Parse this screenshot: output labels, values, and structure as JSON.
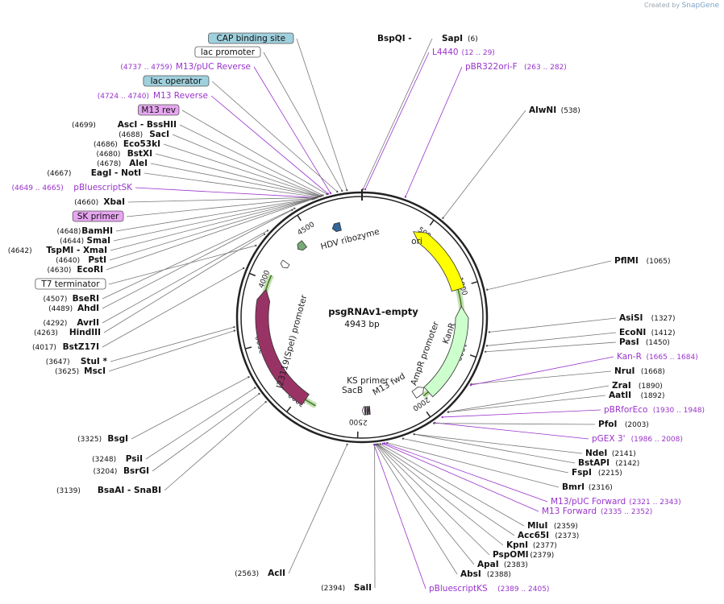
{
  "app": {
    "watermark_prefix": "Created by",
    "watermark_brand": "SnapGene"
  },
  "plasmid": {
    "name": "psgRNAv1-empty",
    "length_label": "4943 bp"
  },
  "ruler": [
    "500",
    "1000",
    "1500",
    "2000",
    "2500",
    "3000",
    "3500",
    "4000",
    "4500"
  ],
  "map_features": [
    {
      "name": "ori",
      "label": "ori",
      "start": 425,
      "end": 1013,
      "color": "#ffff00",
      "dir": "rev"
    },
    {
      "name": "kanr",
      "label": "KanR",
      "start": 1150,
      "end": 1900,
      "color": "#ccffcc",
      "dir": "rev"
    },
    {
      "name": "ampr-promoter",
      "label": "AmpR promoter",
      "start": 1905,
      "end": 2005,
      "color": "#ffffff",
      "dir": "rev"
    },
    {
      "name": "j23119-promoter",
      "label": "J23119(SpeI) promoter",
      "start": 2430,
      "end": 2470,
      "color": "#ffffff",
      "dir": "fwd"
    },
    {
      "name": "sacb",
      "label": "SacB",
      "start": 2405,
      "end": 2415,
      "color": "#662266",
      "dir": "fwd"
    },
    {
      "name": "m13-fwd",
      "label": "M13 fwd",
      "start": 2420,
      "end": 2432,
      "color": "#662266",
      "dir": "fwd"
    },
    {
      "name": "ks-primer",
      "label": "KS primer",
      "start": 2440,
      "end": 2450,
      "color": "#662266",
      "dir": "fwd"
    },
    {
      "name": "sgrna-scaffold",
      "label": "",
      "start": 2945,
      "end": 3930,
      "color": "#993366",
      "dir": "fwd"
    },
    {
      "name": "t7-terminator",
      "label": "",
      "start": 4150,
      "end": 4200,
      "color": "#ffffff",
      "dir": "rev"
    },
    {
      "name": "hdv-ribozyme",
      "label": "HDV ribozyme",
      "start": 4350,
      "end": 4420,
      "color": "#77aa77",
      "dir": "rev"
    },
    {
      "name": "lac-region",
      "label": "",
      "start": 4690,
      "end": 4760,
      "color": "#336699",
      "dir": "rev"
    }
  ],
  "green_arcs": [
    {
      "name": "kanr-outline",
      "start": 1010,
      "end": 1950
    },
    {
      "name": "sgrna-outline",
      "start": 2850,
      "end": 4050
    }
  ],
  "callouts": [
    {
      "text": "CAP binding site",
      "pos": "",
      "boxed": "blue",
      "position": 4850
    },
    {
      "text": "lac promoter",
      "pos": "",
      "boxed": "white",
      "position": 4820
    },
    {
      "text": "M13/pUC Reverse",
      "pos": "(4737 .. 4759)",
      "purple": true,
      "position": 4748
    },
    {
      "text": "lac operator",
      "pos": "",
      "boxed": "blue",
      "position": 4790
    },
    {
      "text": "M13 Reverse",
      "pos": "(4724 .. 4740)",
      "purple": true,
      "position": 4732
    },
    {
      "text": "M13 rev",
      "pos": "",
      "boxed": "purple",
      "position": 4725
    },
    {
      "text": "AscI  - BssHII",
      "pos": "(4699)",
      "position": 4699
    },
    {
      "text": "SacI",
      "pos": "(4688)",
      "position": 4688
    },
    {
      "text": "Eco53kI",
      "pos": "(4686)",
      "position": 4686
    },
    {
      "text": "BstXI",
      "pos": "(4680)",
      "position": 4680
    },
    {
      "text": "AleI",
      "pos": "(4678)",
      "position": 4678
    },
    {
      "text": "EagI  - NotI",
      "pos": "(4667)",
      "position": 4667
    },
    {
      "text": "pBluescriptSK",
      "pos": "(4649 .. 4665)",
      "purple": true,
      "position": 4657
    },
    {
      "text": "XbaI",
      "pos": "(4660)",
      "position": 4660
    },
    {
      "text": "SK primer",
      "pos": "",
      "boxed": "purple",
      "position": 4655
    },
    {
      "text": "BamHI",
      "pos": "(4648)",
      "position": 4648
    },
    {
      "text": "SmaI",
      "pos": "(4644)",
      "position": 4644
    },
    {
      "text": "TspMI  - XmaI",
      "pos": "(4642)",
      "position": 4642
    },
    {
      "text": "PstI",
      "pos": "(4640)",
      "position": 4640
    },
    {
      "text": "EcoRI",
      "pos": "(4630)",
      "position": 4630
    },
    {
      "text": "T7 terminator",
      "pos": "",
      "boxed": "white",
      "position": 4175
    },
    {
      "text": "BseRI",
      "pos": "(4507)",
      "position": 4507
    },
    {
      "text": "AhdI",
      "pos": "(4489)",
      "position": 4489
    },
    {
      "text": "AvrII",
      "pos": "(4292)",
      "position": 4292
    },
    {
      "text": "HindIII",
      "pos": "(4263)",
      "position": 4263
    },
    {
      "text": "BstZ17I",
      "pos": "(4017)",
      "position": 4017
    },
    {
      "text": "StuI *",
      "pos": "(3647)",
      "position": 3647
    },
    {
      "text": "MscI",
      "pos": "(3625)",
      "position": 3625
    },
    {
      "text": "BsgI",
      "pos": "(3325)",
      "position": 3325
    },
    {
      "text": "PsiI",
      "pos": "(3248)",
      "position": 3248
    },
    {
      "text": "BsrGI",
      "pos": "(3204)",
      "position": 3204
    },
    {
      "text": "BsaAI  - SnaBI",
      "pos": "(3139)",
      "position": 3139
    },
    {
      "text": "AclI",
      "pos": "(2563)",
      "position": 2563
    },
    {
      "text": "SalI",
      "pos": "(2394)",
      "position": 2394
    },
    {
      "text": "pBluescriptKS",
      "pos": "(2389 .. 2405)",
      "purple": true,
      "position": 2397
    },
    {
      "text": "AbsI",
      "pos": "(2388)",
      "position": 2388
    },
    {
      "text": "ApaI",
      "pos": "(2383)",
      "position": 2383
    },
    {
      "text": "PspOMI",
      "pos": "(2379)",
      "position": 2379
    },
    {
      "text": "KpnI",
      "pos": "(2377)",
      "position": 2377
    },
    {
      "text": "Acc65I",
      "pos": "(2373)",
      "position": 2373
    },
    {
      "text": "MluI",
      "pos": "(2359)",
      "position": 2359
    },
    {
      "text": "M13 Forward",
      "pos": "(2335 .. 2352)",
      "purple": true,
      "position": 2343
    },
    {
      "text": "M13/pUC Forward",
      "pos": "(2321 .. 2343)",
      "purple": true,
      "position": 2332
    },
    {
      "text": "BmrI",
      "pos": "(2316)",
      "position": 2316
    },
    {
      "text": "FspI",
      "pos": "(2215)",
      "position": 2215
    },
    {
      "text": "BstAPI",
      "pos": "(2142)",
      "position": 2142
    },
    {
      "text": "NdeI",
      "pos": "(2141)",
      "position": 2141
    },
    {
      "text": "pGEX 3'",
      "pos": "(1986 .. 2008)",
      "purple": true,
      "position": 1997
    },
    {
      "text": "PfoI",
      "pos": "(2003)",
      "position": 2003
    },
    {
      "text": "pBRforEco",
      "pos": "(1930 .. 1948)",
      "purple": true,
      "position": 1939
    },
    {
      "text": "AatII",
      "pos": "(1892)",
      "position": 1892
    },
    {
      "text": "ZraI",
      "pos": "(1890)",
      "position": 1890
    },
    {
      "text": "NruI",
      "pos": "(1668)",
      "position": 1668
    },
    {
      "text": "Kan-R",
      "pos": "(1665 .. 1684)",
      "purple": true,
      "position": 1675
    },
    {
      "text": "PasI",
      "pos": "(1450)",
      "position": 1450
    },
    {
      "text": "EcoNI",
      "pos": "(1412)",
      "position": 1412
    },
    {
      "text": "AsiSI",
      "pos": "(1327)",
      "position": 1327
    },
    {
      "text": "PflMI",
      "pos": "(1065)",
      "position": 1065
    },
    {
      "text": "AlwNI",
      "pos": "(538)",
      "position": 538
    },
    {
      "text": "pBR322ori-F",
      "pos": "(263 .. 282)",
      "purple": true,
      "position": 272
    },
    {
      "text": "L4440",
      "pos": "(12 .. 29)",
      "purple": true,
      "position": 20
    },
    {
      "text": "SapI",
      "pos": "(6)",
      "position": 6
    },
    {
      "text": "BspQI  -",
      "pos": "",
      "position": 6
    }
  ]
}
